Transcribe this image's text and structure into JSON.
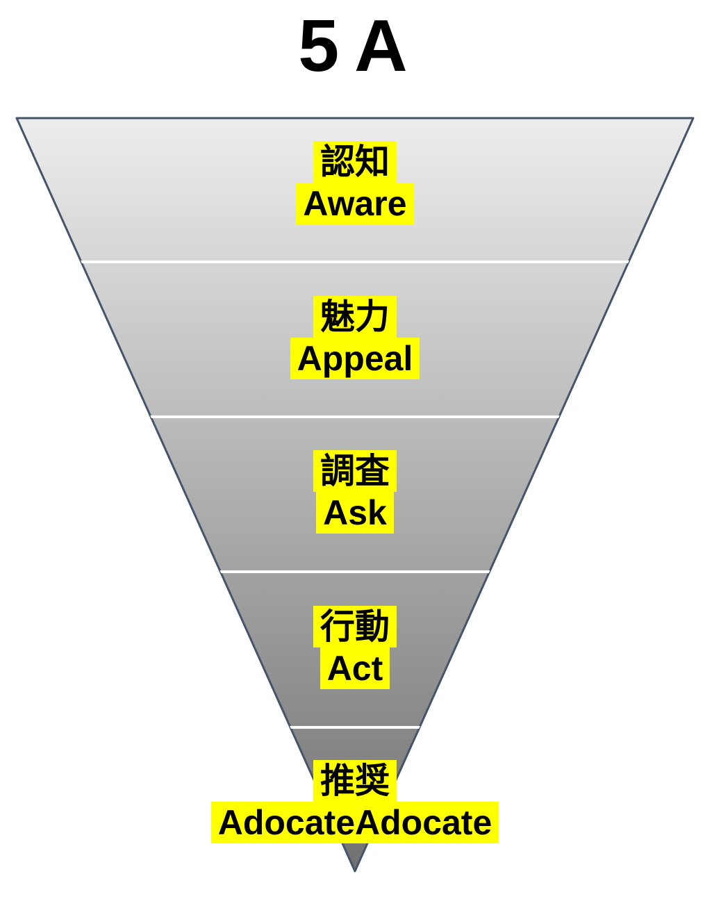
{
  "title": "5A",
  "funnel": {
    "stages": [
      {
        "ja": "認知",
        "en": "Aware"
      },
      {
        "ja": "魅力",
        "en": "Appeal"
      },
      {
        "ja": "調査",
        "en": "Ask"
      },
      {
        "ja": "行動",
        "en": "Act"
      },
      {
        "ja": "推奨",
        "en": "AdocateAdocate"
      }
    ],
    "colors": {
      "gradient_top": "#ededed",
      "gradient_bottom": "#717171",
      "outline": "#44546a",
      "separator": "#ffffff",
      "highlight": "#ffff00",
      "text": "#000000"
    }
  }
}
